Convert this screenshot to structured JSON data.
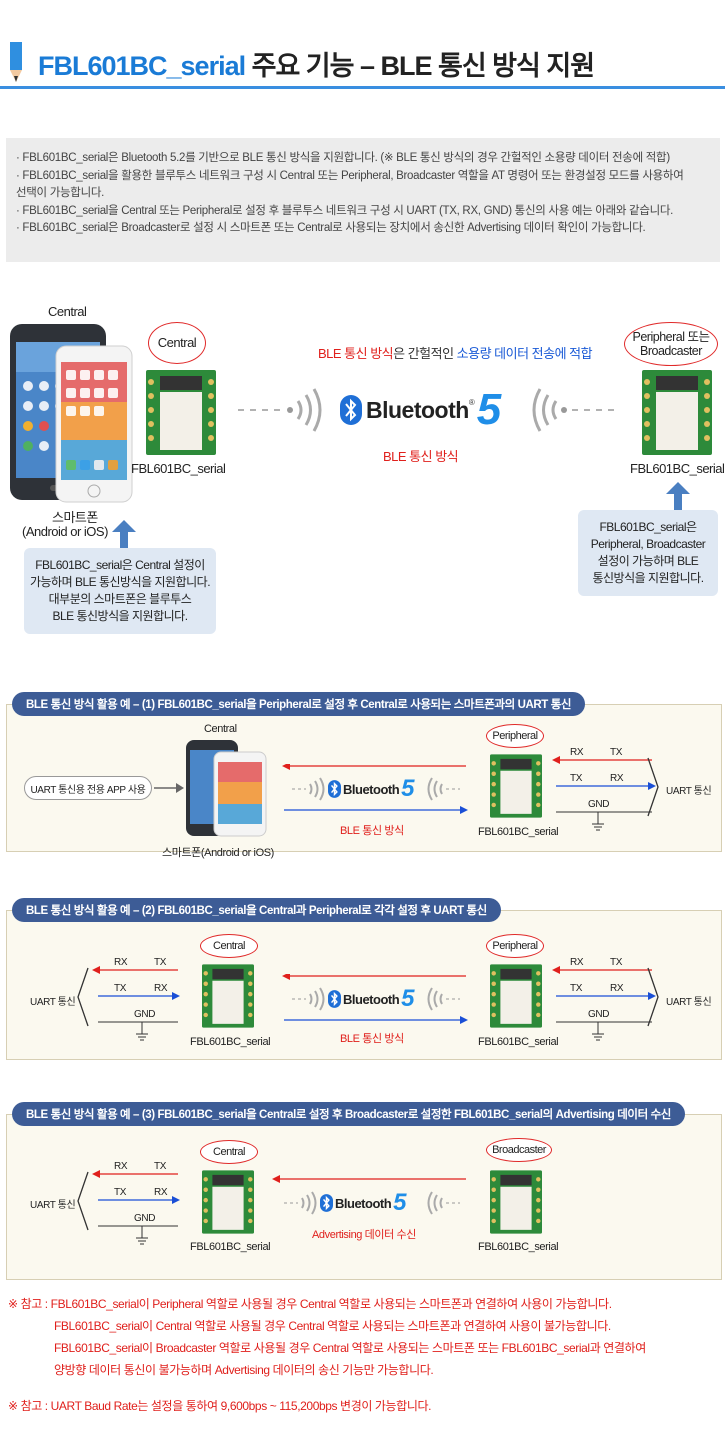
{
  "header": {
    "title_blue": "FBL601BC_serial",
    "title_dark": " 주요 기능 – BLE 통신 방식 지원"
  },
  "notes": [
    "· FBL601BC_serial은 Bluetooth 5.2를 기반으로 BLE 통신 방식을 지원합니다. (※ BLE 통신 방식의 경우 간헐적인 소용량 데이터 전송에 적합)",
    "· FBL601BC_serial을 활용한 블루투스 네트워크 구성 시 Central 또는 Peripheral, Broadcaster 역할을 AT 명령어 또는 환경설정 모드를 사용하여",
    "   선택이 가능합니다.",
    "· FBL601BC_serial을 Central 또는 Peripheral로 설정 후 블루투스 네트워크 구성 시 UART (TX, RX, GND) 통신의 사용 예는 아래와 같습니다.",
    "· FBL601BC_serial은 Broadcaster로 설정 시 스마트폰 또는 Central로 사용되는 장치에서 송신한 Advertising 데이터 확인이 가능합니다."
  ],
  "overview": {
    "central_label": "Central",
    "smartphone_label_1": "스마트폰",
    "smartphone_label_2": "(Android or iOS)",
    "central_circle": "Central",
    "left_module_label": "FBL601BC_serial",
    "headline_red": "BLE 통신 방식",
    "headline_mid": "은 간헐적인 ",
    "headline_blue": "소용량 데이터 전송에 적합",
    "bt_word": "Bluetooth",
    "bt_reg": "®",
    "bt_five": "5",
    "ble_label": "BLE 통신 방식",
    "right_circle_1": "Peripheral 또는",
    "right_circle_2": "Broadcaster",
    "right_module_label": "FBL601BC_serial",
    "left_callout": [
      "FBL601BC_serial은 Central 설정이",
      "가능하며 BLE 통신방식을 지원합니다.",
      "대부분의 스마트폰은 블루투스",
      "BLE 통신방식을 지원합니다."
    ],
    "right_callout": [
      "FBL601BC_serial은",
      "Peripheral, Broadcaster",
      "설정이 가능하며 BLE",
      "통신방식을 지원합니다."
    ]
  },
  "example1": {
    "title": "BLE 통신 방식 활용 예  –  (1) FBL601BC_serial을 Peripheral로 설정 후 Central로 사용되는 스마트폰과의 UART 통신",
    "app_label": "UART 통신용 전용 APP 사용",
    "central_label": "Central",
    "phone_label": "스마트폰(Android or iOS)",
    "bt_word": "Bluetooth",
    "bt_five": "5",
    "ble_label": "BLE 통신 방식",
    "circle": "Peripheral",
    "module_label": "FBL601BC_serial",
    "rx": "RX",
    "tx": "TX",
    "gnd": "GND",
    "uart": "UART 통신"
  },
  "example2": {
    "title": "BLE 통신 방식 활용 예  –  (2) FBL601BC_serial을 Central과 Peripheral로 각각 설정 후 UART 통신",
    "left_circle": "Central",
    "right_circle": "Peripheral",
    "left_module_label": "FBL601BC_serial",
    "right_module_label": "FBL601BC_serial",
    "bt_word": "Bluetooth",
    "bt_five": "5",
    "ble_label": "BLE 통신 방식",
    "rx": "RX",
    "tx": "TX",
    "gnd": "GND",
    "uart": "UART 통신"
  },
  "example3": {
    "title": "BLE 통신 방식 활용 예  –  (3) FBL601BC_serial을 Central로 설정 후 Broadcaster로 설정한 FBL601BC_serial의 Advertising 데이터 수신",
    "left_circle": "Central",
    "right_circle": "Broadcaster",
    "left_module_label": "FBL601BC_serial",
    "right_module_label": "FBL601BC_serial",
    "bt_word": "Bluetooth",
    "bt_five": "5",
    "adv_label": "Advertising 데이터 수신",
    "rx": "RX",
    "tx": "TX",
    "gnd": "GND",
    "uart": "UART 통신"
  },
  "footer": {
    "note1_prefix": "※ 참고 : ",
    "note1_lines": [
      "FBL601BC_serial이    Peripheral 역할로 사용될 경우 Central 역할로 사용되는 스마트폰과 연결하여 사용이 가능합니다.",
      "FBL601BC_serial이        Central 역할로 사용될 경우 Central 역할로 사용되는 스마트폰과 연결하여 사용이 불가능합니다.",
      "FBL601BC_serial이 Broadcaster 역할로 사용될 경우 Central 역할로 사용되는 스마트폰 또는 FBL601BC_serial과 연결하여",
      "양방향 데이터 통신이 불가능하며 Advertising 데이터의 송신 기능만 가능합니다."
    ],
    "note2": "※ 참고 : UART Baud Rate는 설정을 통하여 9,600bps ~ 115,200bps 변경이 가능합니다."
  },
  "colors": {
    "accent_blue": "#1a7bd6",
    "red": "#e0201c",
    "section_title": "#3d5c96",
    "module_green": "#2d8a3a"
  }
}
